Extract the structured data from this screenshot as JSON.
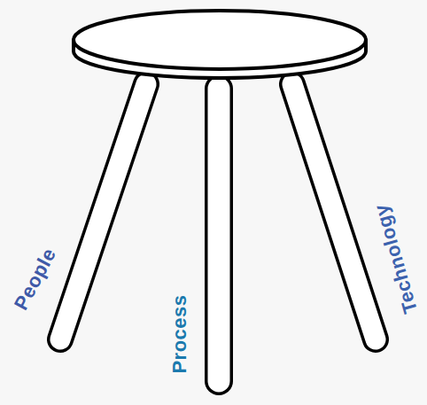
{
  "diagram": {
    "labels": [
      "People",
      "Process",
      "Technology"
    ]
  }
}
